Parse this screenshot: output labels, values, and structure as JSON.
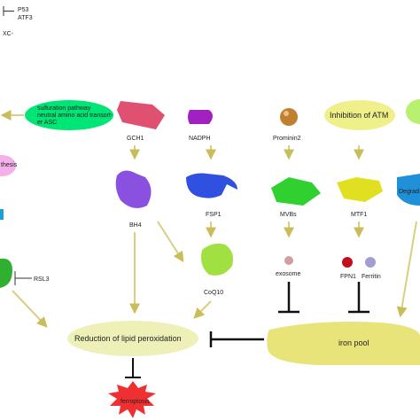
{
  "labels": {
    "p53": "P53",
    "atf3": "ATF3",
    "xc": "XC-",
    "sulfuration_1": "sulfuration pathway",
    "sulfuration_2": "neutral amino acid transort-",
    "sulfuration_3": "er ASC",
    "synthesis_fragment": "thesis",
    "gch1": "GCH1",
    "nadph": "NADPH",
    "prominin2": "Prominin2",
    "inhibition_atm": "Inhibition of ATM",
    "degrade_fragment": "Degrad",
    "bh4": "BH4",
    "fsp1": "FSP1",
    "mvbs": "MVBs",
    "mtf1": "MTF1",
    "coq10": "CoQ10",
    "exosome": "exosome",
    "fpn1": "FPN1",
    "ferritin": "Ferritin",
    "rsl3": "RSL3",
    "lipid_reduction": "Reduction of lipid peroxidation",
    "iron_pool": "iron pool",
    "ferroptosis": "ferroptosis"
  },
  "colors": {
    "sulfuration_ellipse": "#00e676",
    "inhibition_ellipse": "#f0f08a",
    "lipid_ellipse": "#eef0b8",
    "iron_pool": "#e8e47a",
    "gch1": "#e05070",
    "nadph": "#a020c0",
    "bh4": "#8a50e0",
    "fsp1": "#3050e0",
    "mvbs": "#30d030",
    "mtf1": "#e0e020",
    "coq10": "#a0e040",
    "prominin2_ball": "#c08030",
    "fpn1_ball": "#c01020",
    "ferritin_ball": "#a0a0d0",
    "exosome_ball": "#d0a0a0",
    "ferroptosis": "#f03030",
    "arrow": "#d8cf80"
  }
}
